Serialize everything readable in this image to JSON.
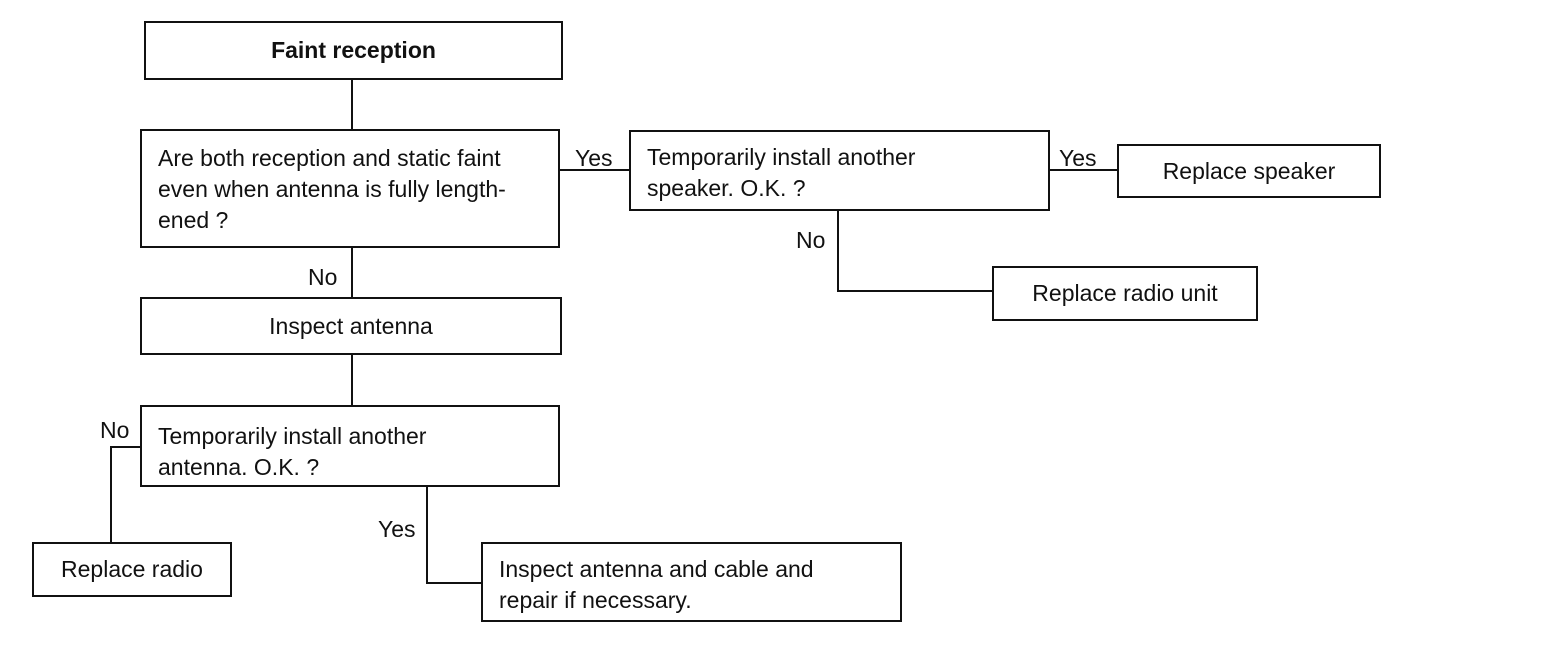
{
  "nodes": {
    "start": "Faint reception",
    "q_faint": "Are both reception and static faint\neven when antenna is fully length-\nened ?",
    "inspect_antenna": "Inspect antenna",
    "q_antenna": "Temporarily install another\nantenna. O.K. ?",
    "replace_radio": "Replace radio",
    "inspect_cable": "Inspect antenna and cable and\nrepair if necessary.",
    "q_speaker": "Temporarily install another\nspeaker. O.K. ?",
    "replace_speaker": "Replace speaker",
    "replace_radio_unit": "Replace radio unit"
  },
  "labels": {
    "faint_yes": "Yes",
    "faint_no": "No",
    "speaker_yes": "Yes",
    "speaker_no": "No",
    "antenna_no": "No",
    "antenna_yes": "Yes"
  }
}
